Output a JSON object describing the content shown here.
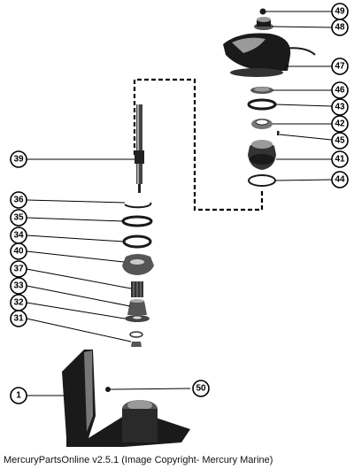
{
  "footer": {
    "caption": "MercuryPartsOnline v2.5.1 (Image Copyright- Mercury Marine)"
  },
  "callouts": {
    "c49": "49",
    "c48": "48",
    "c47": "47",
    "c46": "46",
    "c43": "43",
    "c42": "42",
    "c45": "45",
    "c41": "41",
    "c44": "44",
    "c39": "39",
    "c36": "36",
    "c35": "35",
    "c34": "34",
    "c40": "40",
    "c37": "37",
    "c33": "33",
    "c32": "32",
    "c31": "31",
    "c1": "1",
    "c50": "50"
  },
  "colors": {
    "ink": "#000000",
    "part_dark": "#1a1a1a",
    "part_mid": "#555555",
    "part_light": "#9a9a9a",
    "background": "#ffffff"
  }
}
